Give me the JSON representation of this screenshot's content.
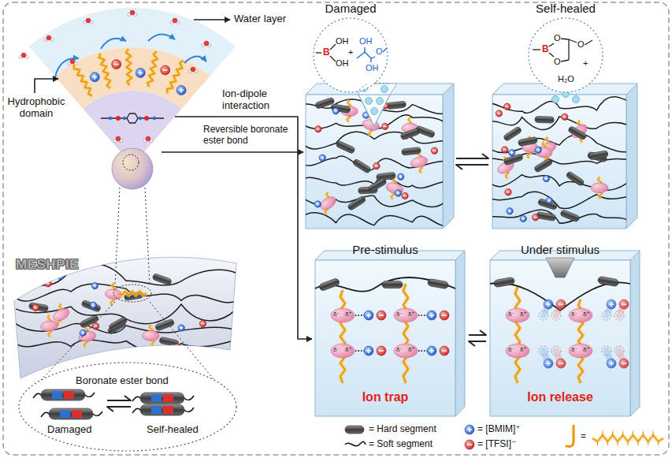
{
  "diagram": {
    "nodes": [
      {
        "text": [
          "Damaged"
        ]
      },
      {
        "text": [
          "Self-healed"
        ]
      },
      {
        "text": [
          "Pre-stimulus",
          "Ion trap"
        ]
      },
      {
        "text": [
          "Under stimulus",
          "Ion release"
        ]
      }
    ],
    "edges": [
      {
        "from": 0,
        "to": 1,
        "arrow": "both"
      },
      {
        "from": 2,
        "to": 3,
        "arrow": "both"
      }
    ],
    "labels": [
      "Water layer",
      "Hydrophobic domain",
      "Ion-dipole interaction",
      "Reversible boronate ester bond",
      "MESHPIE",
      "Boronate ester bond",
      "Damaged",
      "Self-healed",
      "B",
      "OH",
      "OH",
      "+",
      "OH",
      "OH",
      "O",
      "B",
      "O",
      "O",
      "O",
      "+",
      "H₂O",
      "δ⁻",
      "δ⁺",
      "δ⁻",
      "δ⁺",
      "δ⁻",
      "δ⁺",
      "δ⁻",
      "δ⁺",
      "δ⁻",
      "δ⁺",
      "δ⁻",
      "δ⁺",
      "δ⁻",
      "δ⁺",
      "δ⁻",
      "δ⁺"
    ],
    "legend": [
      {
        "text": "= Hard segment"
      },
      {
        "text": "= Soft segment"
      },
      {
        "text": "= [BMIM]⁺"
      },
      {
        "text": "= [TFSI]⁻"
      },
      {
        "text": "="
      }
    ]
  }
}
